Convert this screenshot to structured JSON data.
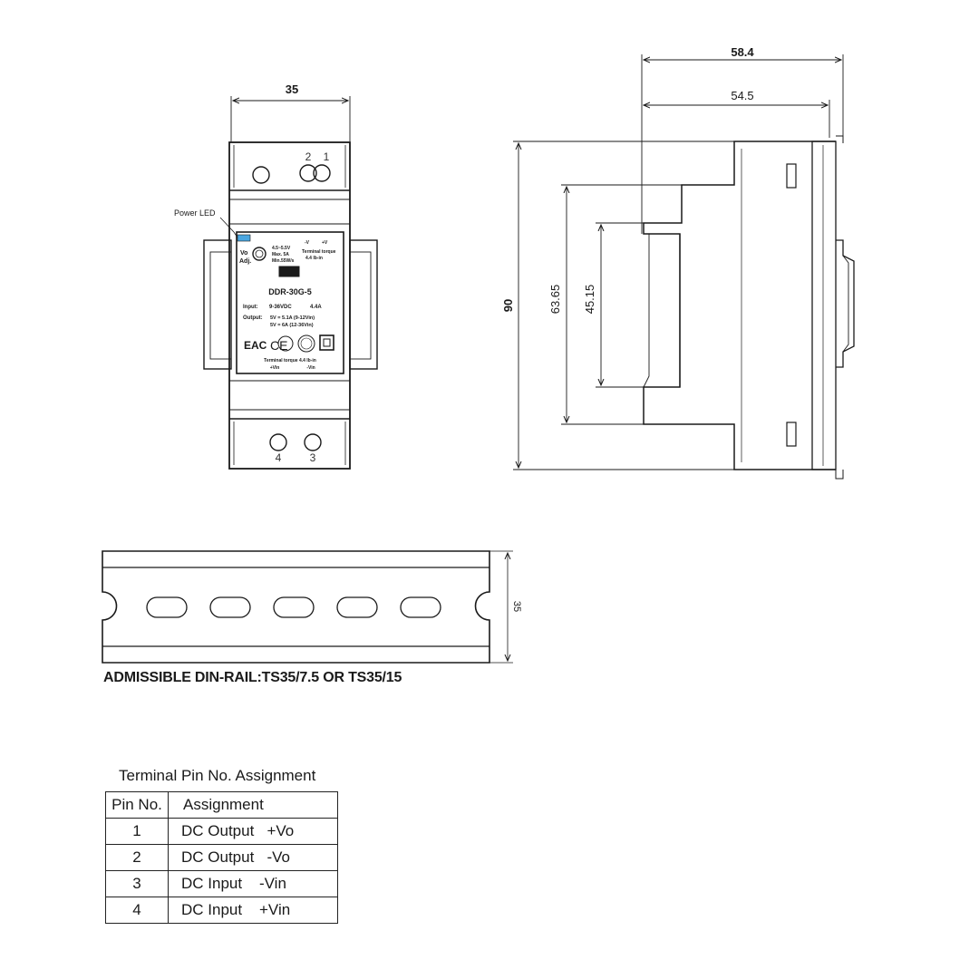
{
  "front_view": {
    "width_dim": "35",
    "power_led_label": "Power LED",
    "top_pins": [
      "2",
      "1"
    ],
    "bottom_pins": [
      "4",
      "3"
    ],
    "label_text": {
      "adj_vo": "Vo",
      "adj_adj": "Adj.",
      "adj_spec1": "4.5~5.5V",
      "adj_spec2": "Max. 5A",
      "adj_spec3": "Min.55W/s",
      "term_pos": "+V",
      "term_neg": "-V",
      "torque_top": "Terminal torque",
      "torque_top2": "4.4 lb-in",
      "model": "DDR-30G-5",
      "input_prefix": "Input:",
      "input_value": "9-36VDC",
      "input_current": "4.4A",
      "output_prefix": "Output:",
      "output_line1": "5V = 5.1A (9-12Vin)",
      "output_line2": "5V = 6A (12-36Vin)",
      "cert_eac": "EAC",
      "cert_ce": "CE",
      "torque_bottom": "Terminal torque 4.4 lb-in",
      "vin_pos": "+Vin",
      "vin_neg": "-Vin"
    }
  },
  "side_view": {
    "width_total": "58.4",
    "width_inner": "54.5",
    "height_total": "90",
    "height_step": "63.65",
    "height_inner": "45.15"
  },
  "rail": {
    "height_dim": "35",
    "caption": "ADMISSIBLE DIN-RAIL:TS35/7.5 OR TS35/15"
  },
  "pin_table": {
    "title": "Terminal Pin No.  Assignment",
    "headers": [
      "Pin No.",
      "Assignment"
    ],
    "rows": [
      {
        "pin": "1",
        "assignment": "DC Output   +Vo"
      },
      {
        "pin": "2",
        "assignment": "DC Output   -Vo"
      },
      {
        "pin": "3",
        "assignment": "DC Input    -Vin"
      },
      {
        "pin": "4",
        "assignment": "DC Input    +Vin"
      }
    ]
  },
  "colors": {
    "line": "#1a1a1a",
    "led": "#4aa6e0"
  }
}
